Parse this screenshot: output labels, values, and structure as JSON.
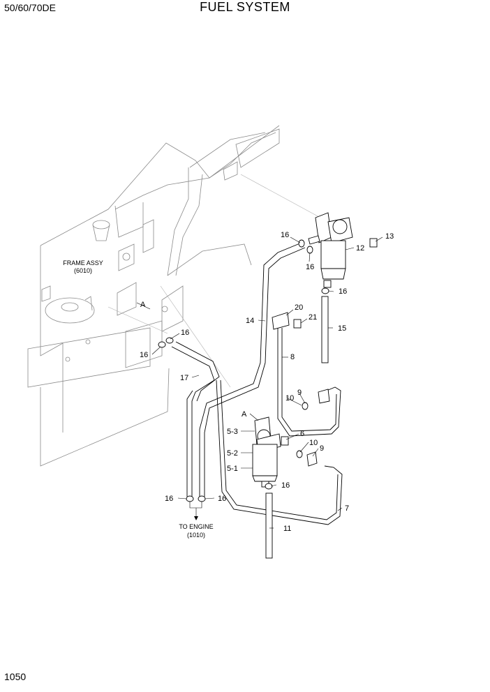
{
  "header": {
    "model": "50/60/70DE",
    "title": "FUEL SYSTEM"
  },
  "footer": {
    "page_number": "1050"
  },
  "diagram": {
    "frame_ref": {
      "name": "FRAME ASSY",
      "code": "(6010)"
    },
    "engine_ref": {
      "name": "TO ENGINE",
      "code": "(1010)"
    },
    "view_mark": "A",
    "callouts": {
      "c16a": "16",
      "c16b": "16",
      "c16c": "16",
      "c16d": "16",
      "c16e": "16",
      "c16f": "16",
      "c16g": "16",
      "c16h": "16",
      "c13": "13",
      "c12": "12",
      "c14": "14",
      "c20": "20",
      "c21": "21",
      "c15": "15",
      "c8": "8",
      "c17": "17",
      "c9a": "9",
      "c10a": "10",
      "c6": "6",
      "c10b": "10",
      "c9b": "9",
      "c5_3": "5-3",
      "c5_2": "5-2",
      "c5_1": "5-1",
      "c7": "7",
      "c11": "11",
      "cA1": "A",
      "cA2": "A"
    }
  }
}
